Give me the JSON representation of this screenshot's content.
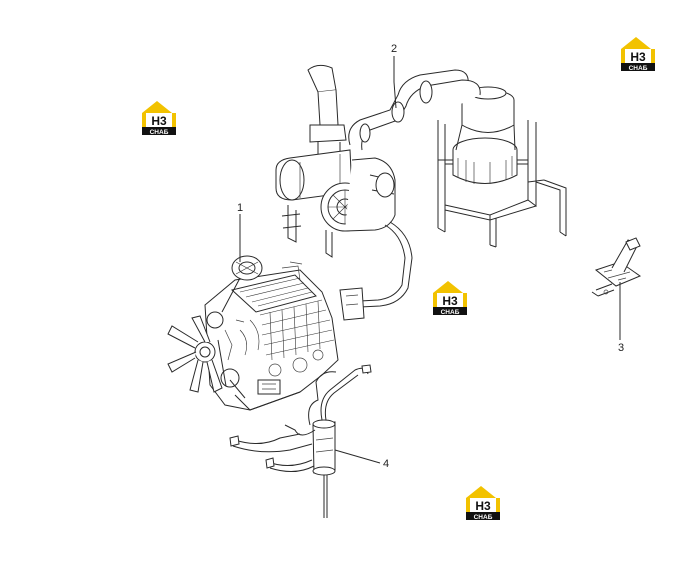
{
  "callouts": {
    "c1": "1",
    "c2": "2",
    "c3": "3",
    "c4": "4"
  },
  "watermark": {
    "top_text": "H3",
    "bottom_text": "CHAБ",
    "color": "#f2c200"
  }
}
